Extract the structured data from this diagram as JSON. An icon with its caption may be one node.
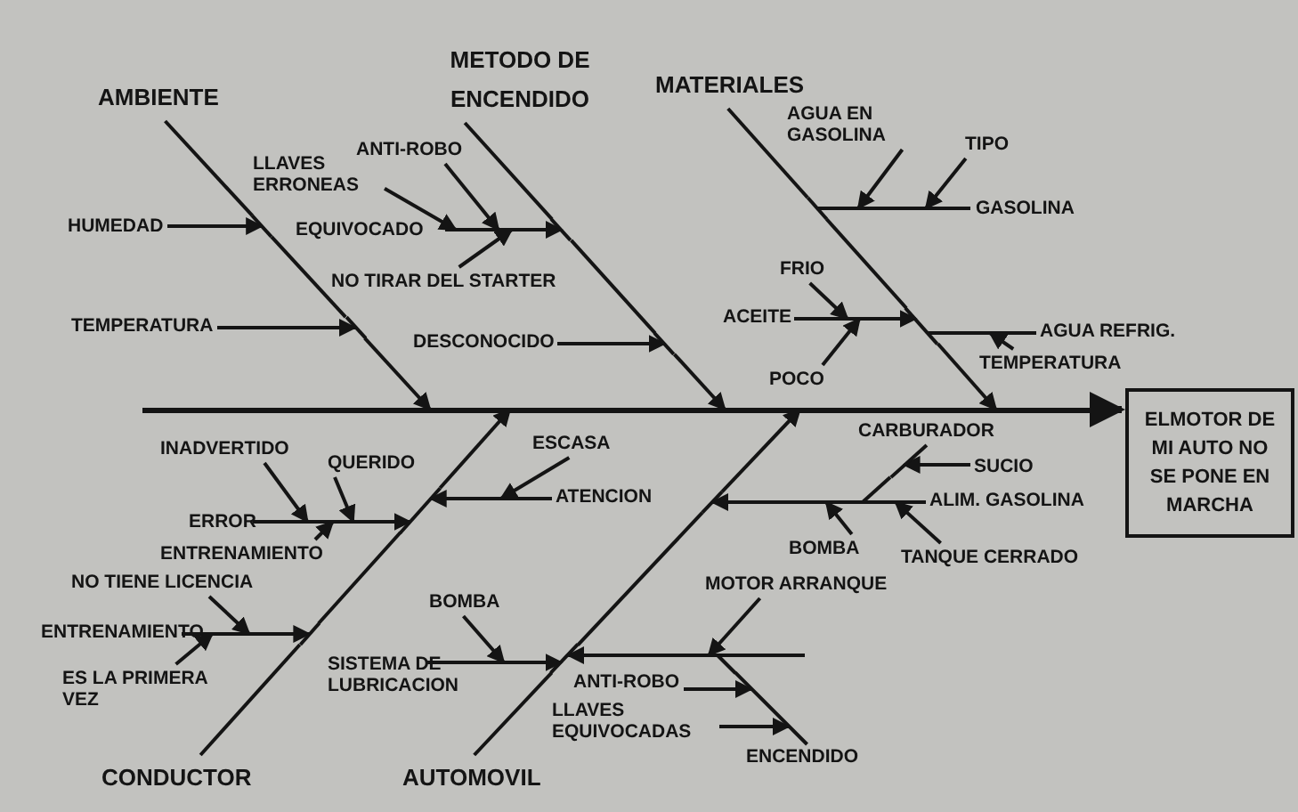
{
  "diagram": {
    "nodes": [
      {
        "text": [
          "AMBIENTE"
        ]
      },
      {
        "text": [
          "METODO DE ENCENDIDO"
        ]
      },
      {
        "text": [
          "MATERIALES"
        ]
      },
      {
        "text": [
          "LLAVES ERRONEAS"
        ]
      },
      {
        "text": [
          "ANTI-ROBO"
        ]
      },
      {
        "text": [
          "HUMEDAD"
        ]
      },
      {
        "text": [],
        "shape": "line",
        "beside": [
          "EQUIVOCADO"
        ]
      },
      {
        "text": [
          "NO TIRAR DEL STARTER"
        ]
      },
      {
        "text": [
          "TEMPERATURA"
        ]
      },
      {
        "text": [
          "DESCONOCIDO"
        ]
      },
      {
        "text": [
          "AGUA EN GASOLINA"
        ]
      },
      {
        "text": [
          "TIPO"
        ]
      },
      {
        "text": [],
        "shape": "line",
        "beside": [
          "GASOLINA"
        ]
      },
      {
        "text": [
          "FRIO"
        ]
      },
      {
        "text": [],
        "shape": "line",
        "beside": [
          "ACEITE"
        ]
      },
      {
        "text": [
          "POCO"
        ]
      },
      {
        "text": [],
        "shape": "line",
        "beside": [
          "AGUA REFRIG."
        ]
      },
      {
        "text": [
          "TEMPERATURA"
        ]
      },
      {
        "text": [],
        "shape": "line"
      },
      {
        "text": [
          "ELMOTOR DE MI AUTO NO SE PONE EN MARCHA"
        ]
      },
      {
        "text": [
          "INADVERTIDO"
        ]
      },
      {
        "text": [
          "QUERIDO"
        ]
      },
      {
        "text": [
          "ESCASA"
        ]
      },
      {
        "text": [],
        "shape": "line",
        "beside": [
          "ATENCION"
        ]
      },
      {
        "text": [],
        "shape": "line",
        "beside": [
          "ERROR"
        ]
      },
      {
        "text": [
          "ENTRENAMIENTO"
        ]
      },
      {
        "text": [],
        "shape": "line",
        "beside": [
          "CARBURADOR"
        ]
      },
      {
        "text": [
          "SUCIO"
        ]
      },
      {
        "text": [],
        "shape": "line",
        "beside": [
          "ALIM. GASOLINA"
        ]
      },
      {
        "text": [
          "NO TIENE LICENCIA"
        ]
      },
      {
        "text": [
          "BOMBA"
        ]
      },
      {
        "text": [
          "MOTOR ARRANQUE"
        ]
      },
      {
        "text": [
          "BOMBA"
        ]
      },
      {
        "text": [
          "TANQUE CERRADO"
        ]
      },
      {
        "text": [],
        "shape": "line",
        "beside": [
          "ENTRENAMIENTO"
        ]
      },
      {
        "text": [],
        "shape": "line",
        "beside": [
          "SISTEMA DE LUBRICACION"
        ]
      },
      {
        "text": [
          "ES LA PRIMERA VEZ"
        ]
      },
      {
        "text": [],
        "shape": "line"
      },
      {
        "text": [
          "ANTI-ROBO"
        ]
      },
      {
        "text": [
          "LLAVES EQUIVOCADAS"
        ]
      },
      {
        "text": [],
        "shape": "line",
        "beside": [
          "ENCENDIDO"
        ]
      },
      {
        "text": [
          "CONDUCTOR"
        ]
      },
      {
        "text": [
          "AUTOMOVIL"
        ]
      },
      {
        "text": [],
        "shape": "line"
      },
      {
        "text": [],
        "shape": "line"
      },
      {
        "text": [],
        "shape": "line"
      },
      {
        "text": [],
        "shape": "line"
      },
      {
        "text": [],
        "shape": "line"
      },
      {
        "text": [],
        "shape": "line"
      },
      {
        "text": [],
        "shape": "line"
      },
      {
        "text": [],
        "shape": "line"
      },
      {
        "text": [],
        "shape": "line"
      },
      {
        "text": [],
        "shape": "line"
      }
    ],
    "edges": [
      {
        "from": 18,
        "to": 19,
        "arrow": "to",
        "style": "thick"
      },
      {
        "from": 0,
        "to": 43,
        "arrow": "none"
      },
      {
        "from": 1,
        "to": 45,
        "arrow": "none"
      },
      {
        "from": 2,
        "to": 47,
        "arrow": "none"
      },
      {
        "from": 41,
        "to": 49,
        "arrow": "none"
      },
      {
        "from": 42,
        "to": 51,
        "arrow": "none"
      },
      {
        "from": 5,
        "to": 43,
        "arrow": "to"
      },
      {
        "from": 8,
        "to": 44,
        "arrow": "to"
      },
      {
        "from": 6,
        "to": 45,
        "arrow": "to"
      },
      {
        "from": 3,
        "to": 6,
        "arrow": "to"
      },
      {
        "from": 4,
        "to": 6,
        "arrow": "to"
      },
      {
        "from": 7,
        "to": 6,
        "arrow": "to"
      },
      {
        "from": 9,
        "to": 46,
        "arrow": "to"
      },
      {
        "from": 12,
        "to": 47,
        "arrow": "none"
      },
      {
        "from": 10,
        "to": 12,
        "arrow": "to"
      },
      {
        "from": 11,
        "to": 12,
        "arrow": "to"
      },
      {
        "from": 14,
        "to": 48,
        "arrow": "to"
      },
      {
        "from": 13,
        "to": 14,
        "arrow": "to"
      },
      {
        "from": 15,
        "to": 14,
        "arrow": "to"
      },
      {
        "from": 16,
        "to": 48,
        "arrow": "none"
      },
      {
        "from": 17,
        "to": 16,
        "arrow": "to"
      },
      {
        "from": 23,
        "to": 50,
        "arrow": "to"
      },
      {
        "from": 22,
        "to": 23,
        "arrow": "to"
      },
      {
        "from": 24,
        "to": 50,
        "arrow": "to"
      },
      {
        "from": 20,
        "to": 24,
        "arrow": "to"
      },
      {
        "from": 21,
        "to": 24,
        "arrow": "to"
      },
      {
        "from": 25,
        "to": 24,
        "arrow": "to"
      },
      {
        "from": 34,
        "to": 49,
        "arrow": "to"
      },
      {
        "from": 29,
        "to": 34,
        "arrow": "to"
      },
      {
        "from": 36,
        "to": 34,
        "arrow": "to"
      },
      {
        "from": 28,
        "to": 52,
        "arrow": "to"
      },
      {
        "from": 26,
        "to": 28,
        "arrow": "none"
      },
      {
        "from": 27,
        "to": 26,
        "arrow": "to"
      },
      {
        "from": 32,
        "to": 28,
        "arrow": "to"
      },
      {
        "from": 33,
        "to": 28,
        "arrow": "to"
      },
      {
        "from": 35,
        "to": 51,
        "arrow": "to"
      },
      {
        "from": 30,
        "to": 35,
        "arrow": "to"
      },
      {
        "from": 31,
        "to": 37,
        "arrow": "to"
      },
      {
        "from": 40,
        "to": 37,
        "arrow": "none"
      },
      {
        "from": 38,
        "to": 40,
        "arrow": "to"
      },
      {
        "from": 39,
        "to": 40,
        "arrow": "to"
      },
      {
        "from": 37,
        "to": 51,
        "arrow": "to"
      },
      {
        "from": 43,
        "to": 44,
        "arrow": "none"
      },
      {
        "from": 44,
        "to": 18,
        "arrow": "to"
      },
      {
        "from": 45,
        "to": 46,
        "arrow": "none"
      },
      {
        "from": 46,
        "to": 18,
        "arrow": "to"
      },
      {
        "from": 47,
        "to": 48,
        "arrow": "none"
      },
      {
        "from": 48,
        "to": 18,
        "arrow": "to"
      },
      {
        "from": 49,
        "to": 50,
        "arrow": "none"
      },
      {
        "from": 50,
        "to": 18,
        "arrow": "to"
      },
      {
        "from": 51,
        "to": 52,
        "arrow": "none"
      },
      {
        "from": 52,
        "to": 18,
        "arrow": "to"
      }
    ]
  }
}
